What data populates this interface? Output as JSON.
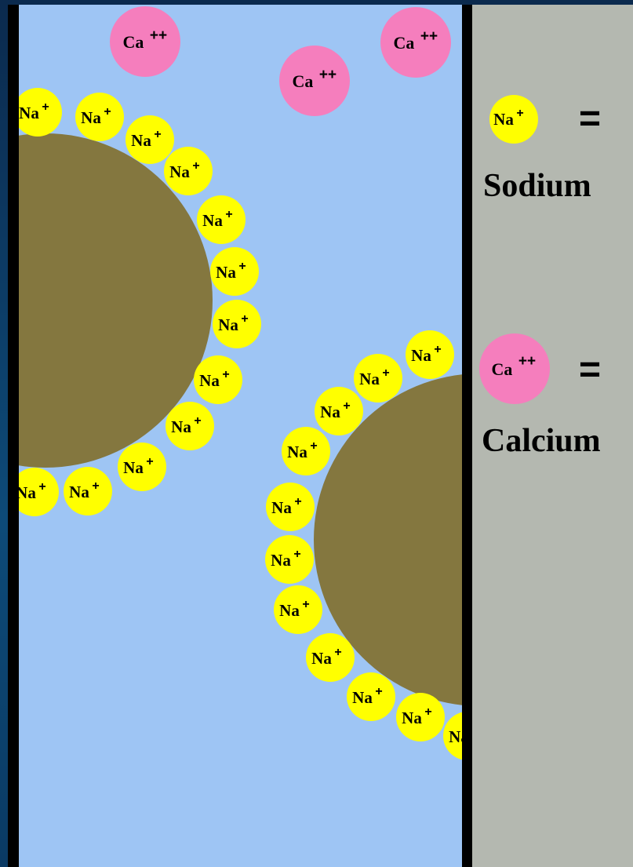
{
  "legend": {
    "sodium": {
      "symbol": "Na",
      "charge": "+",
      "equals": "=",
      "name": "Sodium"
    },
    "calcium": {
      "symbol": "Ca",
      "charge": "++",
      "equals": "=",
      "name": "Calcium"
    }
  },
  "ions": {
    "sodium": {
      "symbol": "Na",
      "charge": "+"
    },
    "calcium": {
      "symbol": "Ca",
      "charge": "++"
    }
  },
  "colors": {
    "water": "#9ec5f4",
    "particle": "#84773f",
    "sodium": "#ffff00",
    "calcium": "#f57ebd",
    "panel": "#b4b8b0",
    "divider": "#000000",
    "text": "#000000"
  }
}
